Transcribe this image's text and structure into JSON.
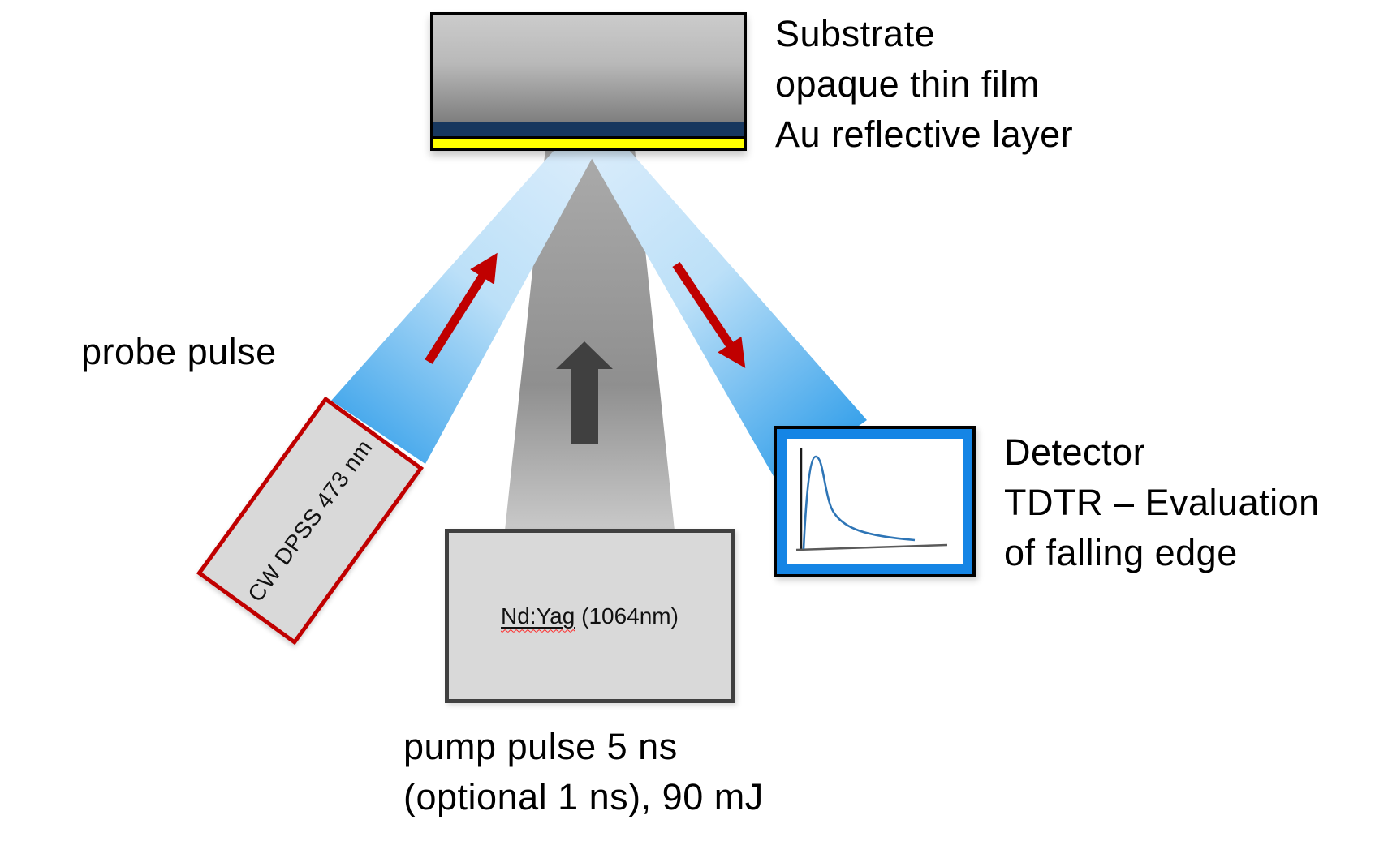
{
  "colors": {
    "beam_light_blue": "#D9ECFB",
    "beam_blue": "#35A0EA",
    "pump_beam_gray_dark": "#8F8F8F",
    "pump_beam_gray_light": "#C9C9C9",
    "pump_arrow_dark_gray": "#404040",
    "arrow_red": "#C00000",
    "laser_box_fill": "#D9D9D9",
    "laser_box_border_red": "#C00000",
    "pump_box_border_gray": "#404040",
    "substrate_navy_layer": "#17375E",
    "substrate_gold_layer": "#FFFF00",
    "detector_frame_blue": "#1585E5",
    "detector_curve_blue": "#2E75B6"
  },
  "substrate": {
    "caption_lines": [
      "Substrate",
      "opaque thin film",
      "Au reflective layer"
    ]
  },
  "probe": {
    "label": "probe pulse",
    "laser_label": "CW DPSS 473 nm"
  },
  "pump": {
    "laser_name": "Nd:Yag",
    "laser_suffix": " (1064nm)",
    "caption_lines": [
      "pump pulse 5 ns",
      "(optional 1 ns), 90 mJ"
    ]
  },
  "detector": {
    "caption_lines": [
      "Detector",
      "TDTR – Evaluation",
      "of falling edge"
    ]
  }
}
